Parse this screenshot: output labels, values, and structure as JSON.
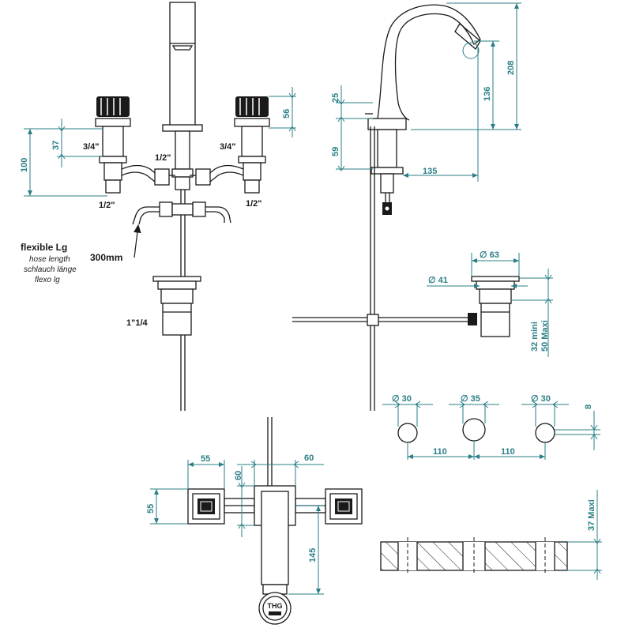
{
  "colors": {
    "line": "#1a1a1a",
    "dimension": "#2a7f86",
    "background": "#ffffff"
  },
  "front_view": {
    "thread_34_left": "3/4\"",
    "thread_34_right": "3/4\"",
    "thread_12_spout": "1/2\"",
    "thread_12_left": "1/2\"",
    "thread_12_right": "1/2\"",
    "thread_drain": "1\"1/4",
    "dim_valve_height": "37",
    "dim_total_height": "100",
    "dim_handle_height": "56"
  },
  "hose_note": {
    "title": "flexible Lg",
    "lines": [
      "hose length",
      "schlauch länge",
      "flexo lg"
    ],
    "length": "300mm"
  },
  "side_view": {
    "dim_25": "25",
    "dim_59": "59",
    "dim_135": "135",
    "dim_136": "136",
    "dim_208": "208"
  },
  "drain_view": {
    "dia_63": "∅ 63",
    "dia_41": "∅ 41",
    "thickness_min": "32 mini",
    "thickness_max": "50 Maxi"
  },
  "holes_view": {
    "dia_left": "∅ 30",
    "dia_mid": "∅ 35",
    "dia_right": "∅ 30",
    "spacing_left": "110",
    "spacing_right": "110",
    "offset": "8",
    "deck_max": "37 Maxi"
  },
  "top_view": {
    "dim_55_w": "55",
    "dim_55_h": "55",
    "dim_60_a": "60",
    "dim_60_b": "60",
    "dim_145": "145",
    "logo_text": "THG"
  }
}
